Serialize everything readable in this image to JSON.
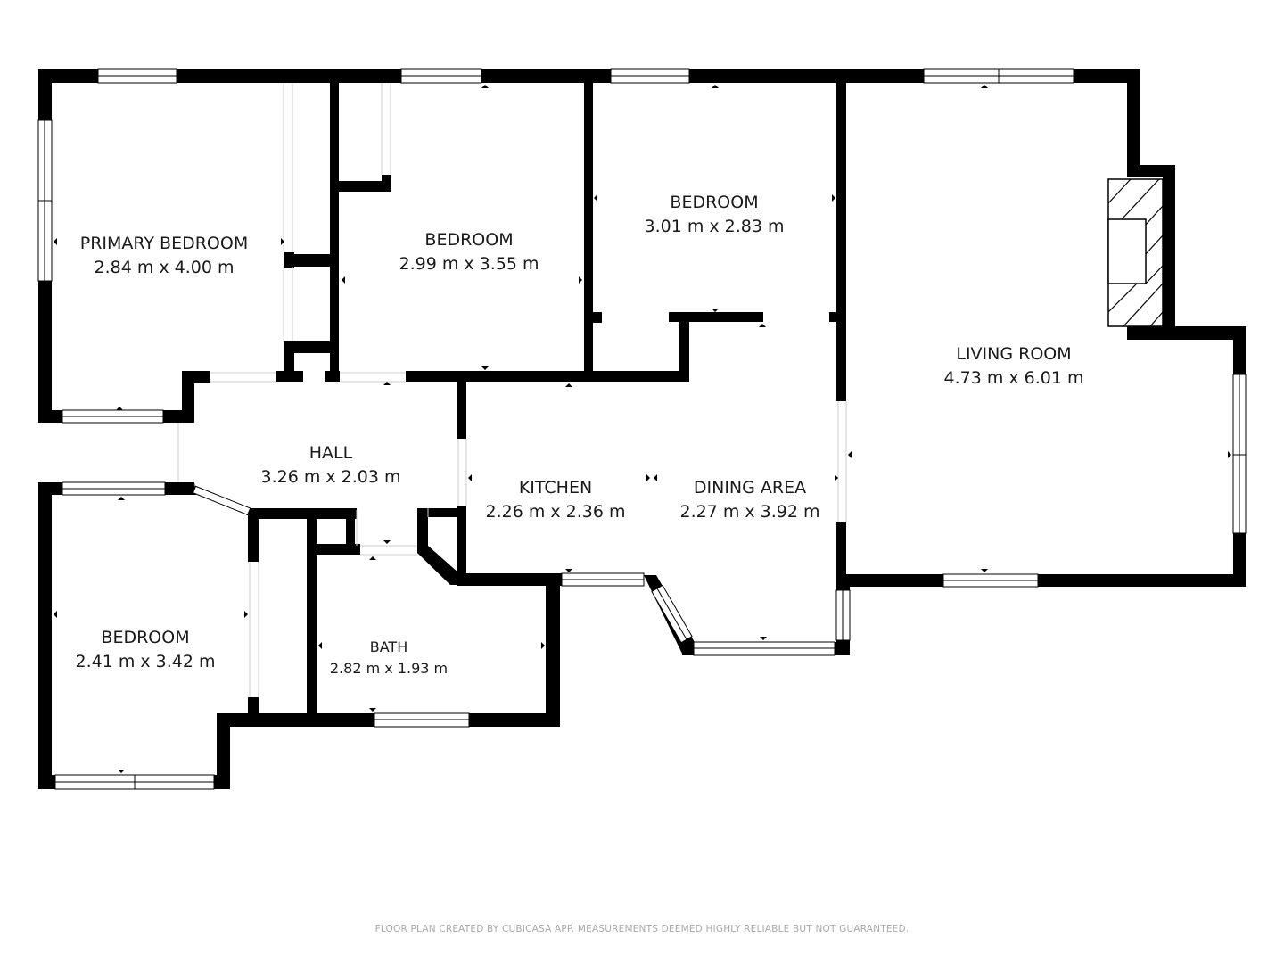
{
  "rooms": {
    "primary_bedroom": {
      "name": "PRIMARY BEDROOM",
      "dims": "2.84 m x 4.00 m"
    },
    "bedroom_2": {
      "name": "BEDROOM",
      "dims": "2.99 m x 3.55 m"
    },
    "bedroom_3": {
      "name": "BEDROOM",
      "dims": "3.01 m x 2.83 m"
    },
    "living_room": {
      "name": "LIVING ROOM",
      "dims": "4.73 m x 6.01 m"
    },
    "hall": {
      "name": "HALL",
      "dims": "3.26 m x 2.03 m"
    },
    "kitchen": {
      "name": "KITCHEN",
      "dims": "2.26 m x 2.36 m"
    },
    "dining_area": {
      "name": "DINING AREA",
      "dims": "2.27 m x 3.92 m"
    },
    "bedroom_4": {
      "name": "BEDROOM",
      "dims": "2.41 m x 3.42 m"
    },
    "bath": {
      "name": "BATH",
      "dims": "2.82 m x 1.93 m"
    }
  },
  "footer": {
    "disclaimer": "FLOOR PLAN CREATED BY CUBICASA APP. MEASUREMENTS DEEMED HIGHLY RELIABLE BUT NOT GUARANTEED."
  },
  "colors": {
    "wall": "#000000",
    "background": "#ffffff",
    "footer_text": "#a8a8a8"
  }
}
